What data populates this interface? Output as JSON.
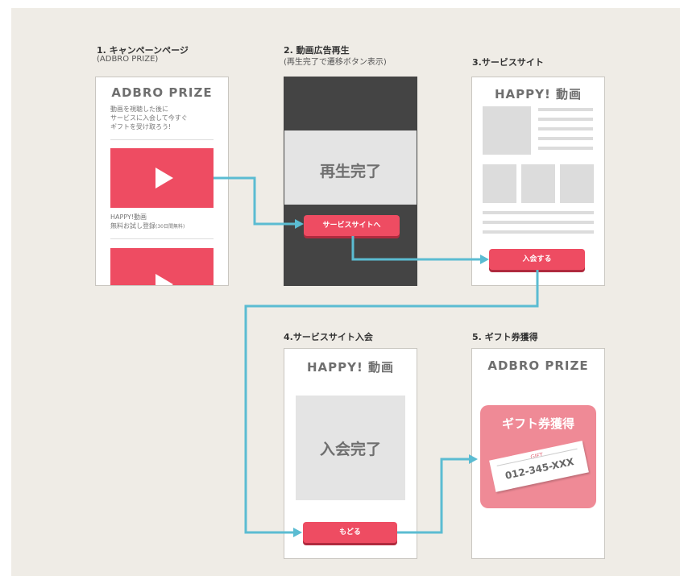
{
  "steps": {
    "s1": {
      "title": "1. キャンペーンページ",
      "sub": "(ADBRO PRIZE)",
      "brand": "ADBRO PRIZE",
      "desc1": "動画を視聴した後に",
      "desc2": "サービスに入会して今すぐ",
      "desc3": "ギフトを受け取ろう!",
      "item1": "HAPPY!動画",
      "item2": "無料お試し登録",
      "item2_note": "(30日間無料)"
    },
    "s2": {
      "title": "2. 動画広告再生",
      "sub": "(再生完了で遷移ボタン表示)",
      "center": "再生完了",
      "button": "サービスサイトへ"
    },
    "s3": {
      "title": "3.サービスサイト",
      "brand": "HAPPY! 動画",
      "button": "入会する"
    },
    "s4": {
      "title": "4.サービスサイト入会",
      "brand": "HAPPY! 動画",
      "center": "入会完了",
      "button": "もどる"
    },
    "s5": {
      "title": "5. ギフト券獲得",
      "brand": "ADBRO PRIZE",
      "gift_title": "ギフト券獲得",
      "gift_label": "GIFT",
      "gift_code": "012-345-XXX"
    }
  },
  "colors": {
    "accent": "#ee4c62",
    "arrow": "#5bbcd2",
    "dark_screen": "#444444"
  }
}
